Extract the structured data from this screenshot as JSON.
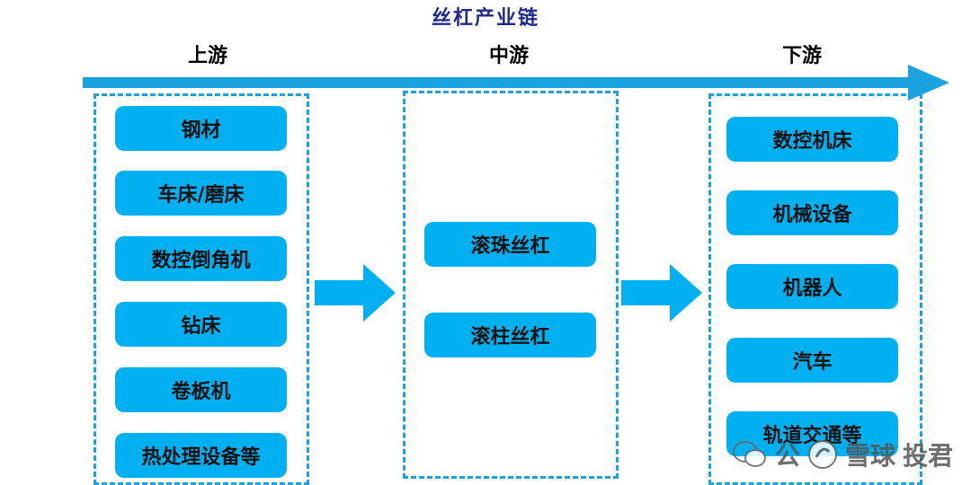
{
  "title": "丝杠产业链",
  "stages": {
    "upstream": "上游",
    "midstream": "中游",
    "downstream": "下游"
  },
  "upstream_items": [
    "钢材",
    "车床/磨床",
    "数控倒角机",
    "钻床",
    "卷板机",
    "热处理设备等"
  ],
  "midstream_items": [
    "滚珠丝杠",
    "滚柱丝杠"
  ],
  "downstream_items": [
    "数控机床",
    "机械设备",
    "机器人",
    "汽车",
    "轨道交通等"
  ],
  "watermark": {
    "left": "公",
    "main": "雪球",
    "right": "投君"
  },
  "colors": {
    "accent": "#00b0f0",
    "title": "#1f2a8c",
    "dash": "#1aa3e0"
  },
  "icons": [
    "long-arrow-right-icon",
    "arrow-right-icon",
    "snowball-logo-icon",
    "wechat-icon"
  ]
}
